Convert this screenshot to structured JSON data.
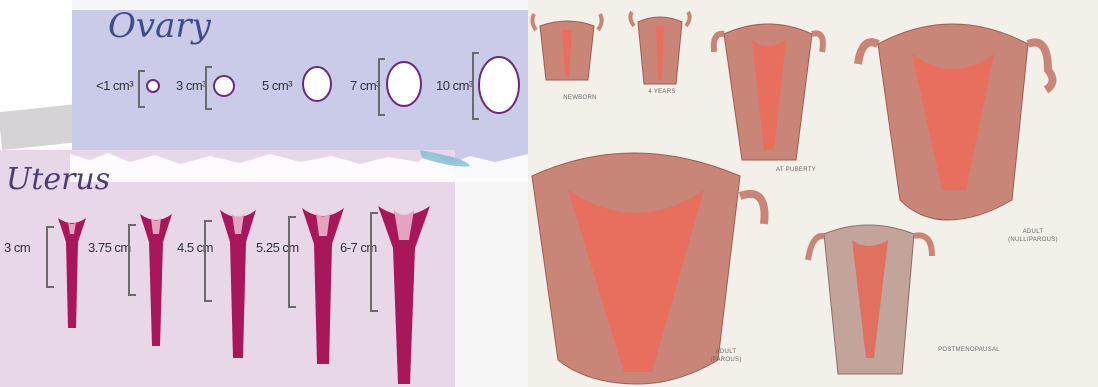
{
  "ovary": {
    "title": "Ovary",
    "volumes": [
      {
        "label": "<1 cm³"
      },
      {
        "label": "3 cm³"
      },
      {
        "label": "5 cm³"
      },
      {
        "label": "7 cm³"
      },
      {
        "label": "10 cm³"
      }
    ]
  },
  "uterus": {
    "title": "Uterus",
    "lengths": [
      {
        "label": "3 cm"
      },
      {
        "label": "3.75 cm"
      },
      {
        "label": "4.5 cm"
      },
      {
        "label": "5.25 cm"
      },
      {
        "label": "6-7 cm"
      }
    ]
  },
  "stages": {
    "newborn": "NEWBORN",
    "four_years": "4 YEARS",
    "puberty": "AT PUBERTY",
    "nulliparous_line1": "ADULT",
    "nulliparous_line2": "(NULLIPAROUS)",
    "parous_line1": "ADULT",
    "parous_line2": "(PAROUS)",
    "postmenopausal": "POSTMENOPAUSAL"
  },
  "colors": {
    "ovary_band": "#c9cbe8",
    "uterus_band": "#e7d7e9",
    "uterus_fill": "#a8175a",
    "ovary_outline": "#6b2a7a",
    "tissue": "#c98678",
    "cavity": "#e86e5e"
  }
}
